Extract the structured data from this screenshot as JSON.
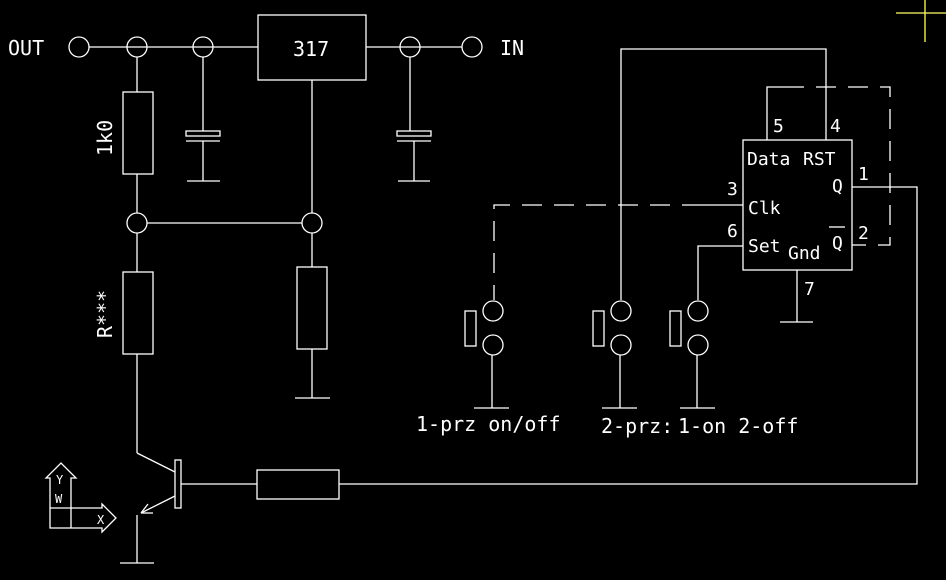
{
  "app": {
    "background_color": "#000000",
    "line_color": "#ffffff",
    "cursor_color": "#ffff66"
  },
  "terminals": {
    "out_label": "OUT",
    "in_label": "IN"
  },
  "regulator": {
    "label": "317"
  },
  "resistors": {
    "r1_label": "1k0",
    "r2_label": "R***"
  },
  "flipflop": {
    "pin_labels": {
      "data": "Data",
      "rst": "RST",
      "q": "Q",
      "qbar": "Q",
      "clk": "Clk",
      "set": "Set",
      "gnd": "Gnd"
    },
    "pin_numbers": {
      "data": "5",
      "rst": "4",
      "q": "1",
      "qbar": "2",
      "clk": "3",
      "set": "6",
      "gnd": "7"
    }
  },
  "switches": {
    "label_1": "1-prz on/off",
    "label_2": "2-prz:",
    "label_3": "1-on 2-off"
  },
  "ucs_icon": {
    "y_label": "Y",
    "w_label": "W",
    "x_label": "X"
  }
}
